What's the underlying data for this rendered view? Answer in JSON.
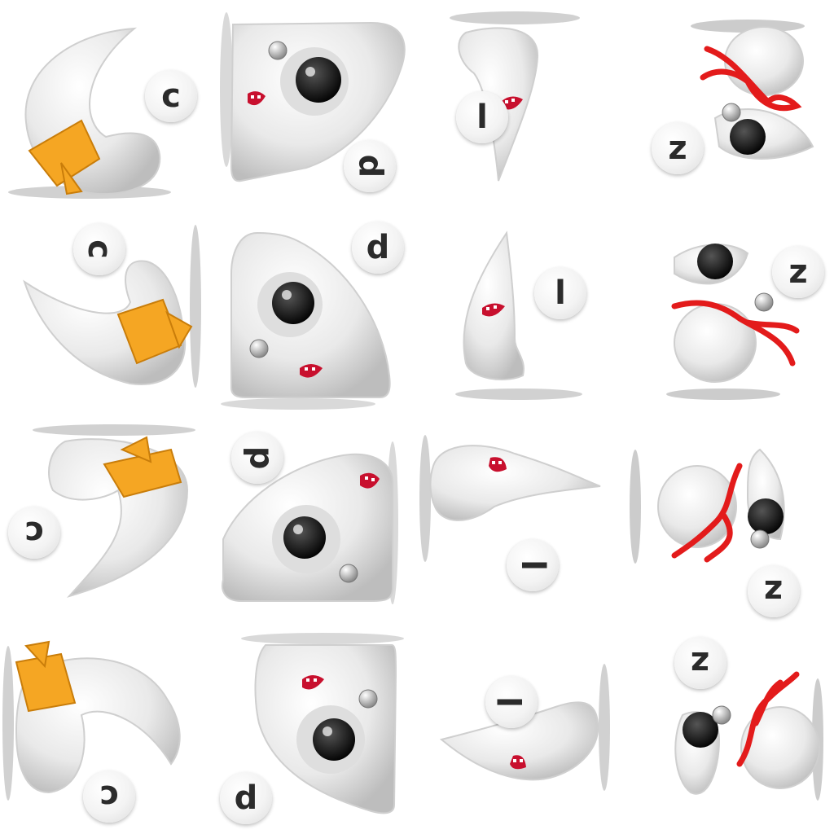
{
  "sheet": {
    "rows": [
      {
        "cells": [
          {
            "letter": "c"
          },
          {
            "letter": "d"
          },
          {
            "letter": "l"
          },
          {
            "letter": "z"
          }
        ]
      },
      {
        "cells": [
          {
            "letter": "c"
          },
          {
            "letter": "d"
          },
          {
            "letter": "l"
          },
          {
            "letter": "z"
          }
        ]
      },
      {
        "cells": [
          {
            "letter": "c"
          },
          {
            "letter": "d"
          },
          {
            "letter": "l"
          },
          {
            "letter": "z"
          }
        ]
      },
      {
        "cells": [
          {
            "letter": "c"
          },
          {
            "letter": "d"
          },
          {
            "letter": "l"
          },
          {
            "letter": "z"
          }
        ]
      }
    ],
    "colors": {
      "body": "#e8e8e8",
      "scarf": "#f5a623",
      "ribbon": "#e31b1b",
      "eye": "#111111",
      "mouth": "#c8102e"
    }
  }
}
